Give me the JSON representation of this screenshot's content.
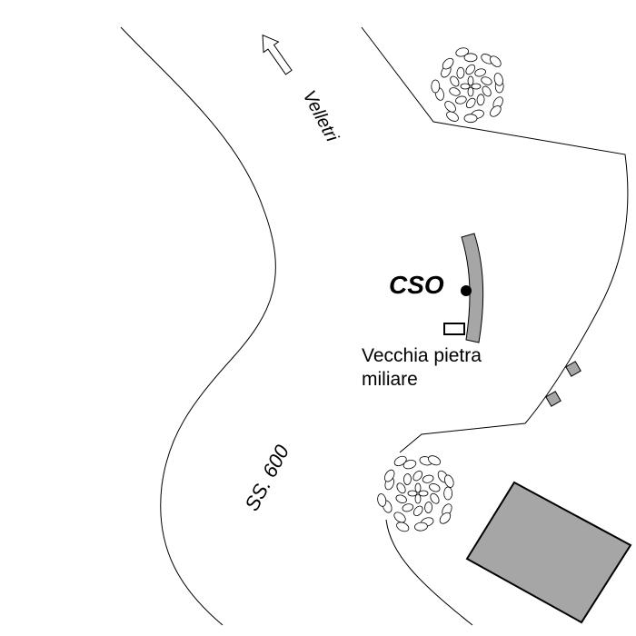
{
  "labels": {
    "town": "Velletri",
    "road": "SS. 600",
    "station": "CSO",
    "landmark_line1": "Vecchia pietra",
    "landmark_line2": "miliare"
  },
  "colors": {
    "ink": "#000000",
    "fill_gray": "#a6a6a6",
    "background": "#ffffff"
  },
  "icons": {
    "direction": "arrow-icon",
    "vegetation": "tree-icon",
    "station": "station-dot-icon"
  }
}
